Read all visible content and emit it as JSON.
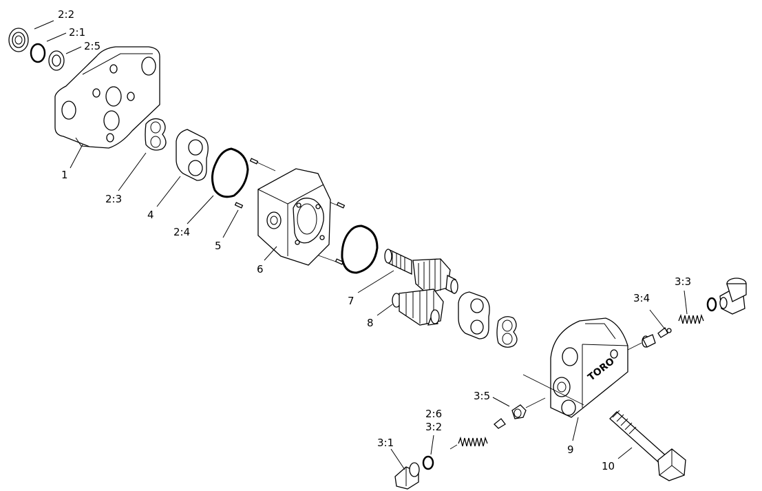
{
  "diagram": {
    "colors": {
      "line": "#000000",
      "background": "#ffffff"
    },
    "callouts": [
      {
        "id": "c-2-2",
        "text": "2:2"
      },
      {
        "id": "c-2-1",
        "text": "2:1"
      },
      {
        "id": "c-2-5",
        "text": "2:5"
      },
      {
        "id": "c-1",
        "text": "1"
      },
      {
        "id": "c-2-3",
        "text": "2:3"
      },
      {
        "id": "c-4",
        "text": "4"
      },
      {
        "id": "c-2-4",
        "text": "2:4"
      },
      {
        "id": "c-5",
        "text": "5"
      },
      {
        "id": "c-6",
        "text": "6"
      },
      {
        "id": "c-7",
        "text": "7"
      },
      {
        "id": "c-8",
        "text": "8"
      },
      {
        "id": "c-3-4",
        "text": "3:4"
      },
      {
        "id": "c-3-3",
        "text": "3:3"
      },
      {
        "id": "c-3-5",
        "text": "3:5"
      },
      {
        "id": "c-2-6",
        "text": "2:6"
      },
      {
        "id": "c-3-2",
        "text": "3:2"
      },
      {
        "id": "c-3-1",
        "text": "3:1"
      },
      {
        "id": "c-9",
        "text": "9"
      },
      {
        "id": "c-10",
        "text": "10"
      }
    ],
    "housing_stamp": "TORO"
  }
}
